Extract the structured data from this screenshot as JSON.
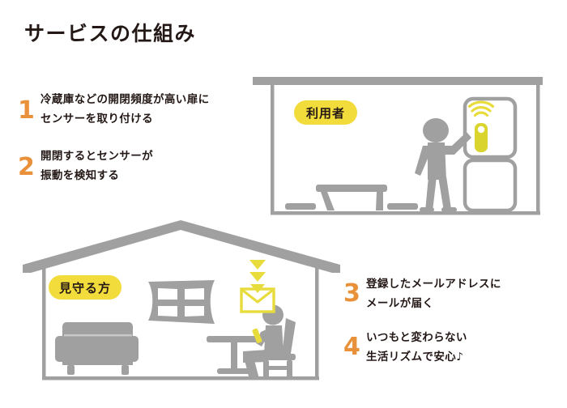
{
  "page": {
    "title": "サービスの仕組み",
    "background": "#ffffff",
    "accent_orange": "#E8913A",
    "accent_yellow": "#F2DC3C",
    "gray": "#A0A0A0",
    "text_color": "#231815"
  },
  "steps": [
    {
      "number": "1",
      "lines": [
        "冷蔵庫などの開閉頻度が高い扉に",
        "センサーを取り付ける"
      ]
    },
    {
      "number": "2",
      "lines": [
        "開閉するとセンサーが",
        "振動を検知する"
      ]
    },
    {
      "number": "3",
      "lines": [
        "登録したメールアドレスに",
        "メールが届く"
      ]
    },
    {
      "number": "4",
      "lines": [
        "いつもと変わらない",
        "生活リズムで安心♪"
      ]
    }
  ],
  "badges": {
    "user": "利用者",
    "watcher": "見守る方"
  },
  "illustrations": {
    "top_scene": {
      "name": "kitchen-room",
      "elements": [
        "ceiling-beam",
        "left-wall",
        "right-wall",
        "floor",
        "picnic-table",
        "bench-left",
        "bench-right",
        "standing-person",
        "refrigerator",
        "door-sensor",
        "wifi-signal"
      ]
    },
    "bottom_scene": {
      "name": "house-cutaway",
      "elements": [
        "roof",
        "left-wall",
        "right-wall",
        "floor",
        "sofa",
        "window",
        "desk",
        "seated-person",
        "chair",
        "smartphone",
        "envelope",
        "signal-arrows"
      ]
    }
  }
}
